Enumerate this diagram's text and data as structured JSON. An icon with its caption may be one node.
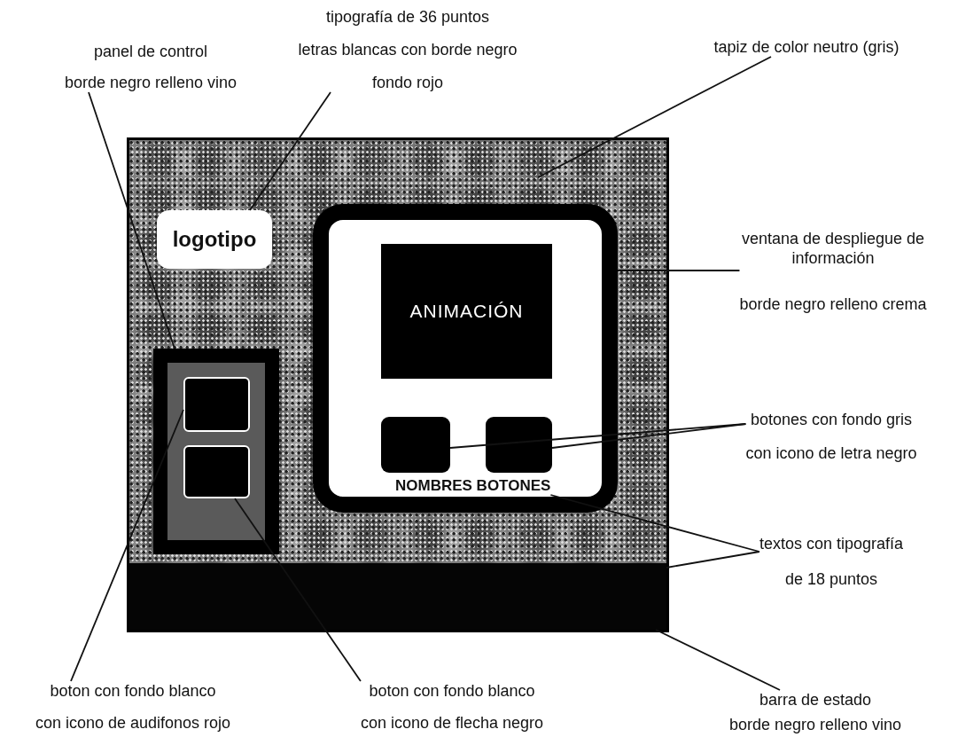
{
  "diagram": {
    "nodes": [
      {
        "text": [],
        "shape": "box"
      },
      {
        "text": [
          "logotipo"
        ],
        "in": 0
      },
      {
        "text": [],
        "shape": "box",
        "in": 0
      },
      {
        "text": [],
        "shape": "box",
        "in": 2
      },
      {
        "text": [],
        "shape": "box",
        "in": 2
      },
      {
        "text": [],
        "shape": "box",
        "in": 0
      },
      {
        "text": [
          "ANIMACIÓN"
        ],
        "in": 5
      },
      {
        "text": [],
        "shape": "box",
        "in": 5
      },
      {
        "text": [],
        "shape": "box",
        "in": 5
      },
      {
        "text": [
          "NOMBRES BOTONES"
        ],
        "in": 5
      },
      {
        "text": [],
        "shape": "bar",
        "in": 0
      },
      {
        "text": [
          "panel de control",
          "borde negro relleno vino"
        ]
      },
      {
        "text": [
          "tipografía de 36 puntos",
          "letras blancas con borde negro",
          "fondo rojo"
        ]
      },
      {
        "text": [
          "tapiz de color neutro (gris)"
        ]
      },
      {
        "text": [
          "ventana de despliegue de información",
          "borde negro relleno crema"
        ]
      },
      {
        "text": [
          "botones con fondo gris",
          "con icono de letra negro"
        ]
      },
      {
        "text": [
          "textos con tipografía",
          "de 18 puntos"
        ]
      },
      {
        "text": [
          "boton con fondo blanco",
          "con icono de audifonos rojo"
        ]
      },
      {
        "text": [
          "boton con fondo blanco",
          "con icono de flecha negro"
        ]
      },
      {
        "text": [
          "barra de estado",
          "borde negro relleno vino"
        ]
      }
    ],
    "edges": [
      {
        "from": 11,
        "to": 2,
        "arrow": "none"
      },
      {
        "from": 12,
        "to": 1,
        "arrow": "none"
      },
      {
        "from": 13,
        "to": 0,
        "arrow": "none"
      },
      {
        "from": 14,
        "to": 5,
        "arrow": "none"
      },
      {
        "from": 15,
        "to": 7,
        "arrow": "none"
      },
      {
        "from": 15,
        "to": 8,
        "arrow": "none"
      },
      {
        "from": 16,
        "to": 9,
        "arrow": "none"
      },
      {
        "from": 16,
        "to": 10,
        "arrow": "none"
      },
      {
        "from": 17,
        "to": 3,
        "arrow": "none"
      },
      {
        "from": 18,
        "to": 4,
        "arrow": "none"
      },
      {
        "from": 19,
        "to": 10,
        "arrow": "none"
      }
    ]
  }
}
